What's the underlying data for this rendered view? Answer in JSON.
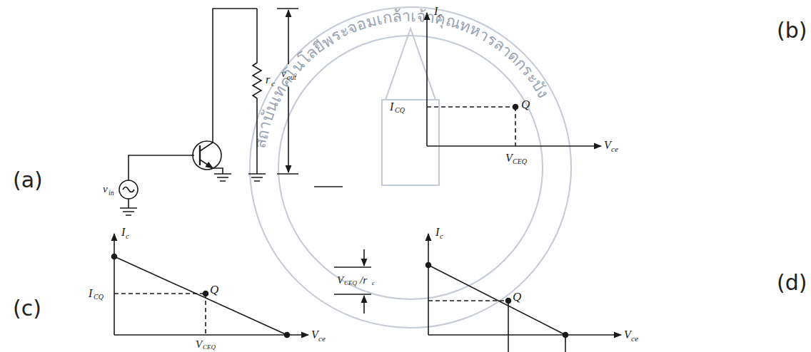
{
  "diagram": {
    "labels": [
      "(a)",
      "(b)",
      "(c)",
      "(d)",
      "v",
      "in",
      "r",
      "c",
      "v",
      "out",
      "I",
      "c",
      "I",
      "CQ",
      "Q",
      "V",
      "CEQ",
      "V",
      "ce",
      "I",
      "c",
      "I",
      "CQ",
      "Q",
      "V",
      "CEQ",
      "V",
      "ce",
      "I",
      "c",
      "Q",
      "V",
      "CEQ",
      "/r",
      "c",
      "V",
      "ce",
      "สถาบันเทคโนโลยีพระจอมเกล้าเจ้าคุณทหารลาดกระบัง"
    ]
  }
}
